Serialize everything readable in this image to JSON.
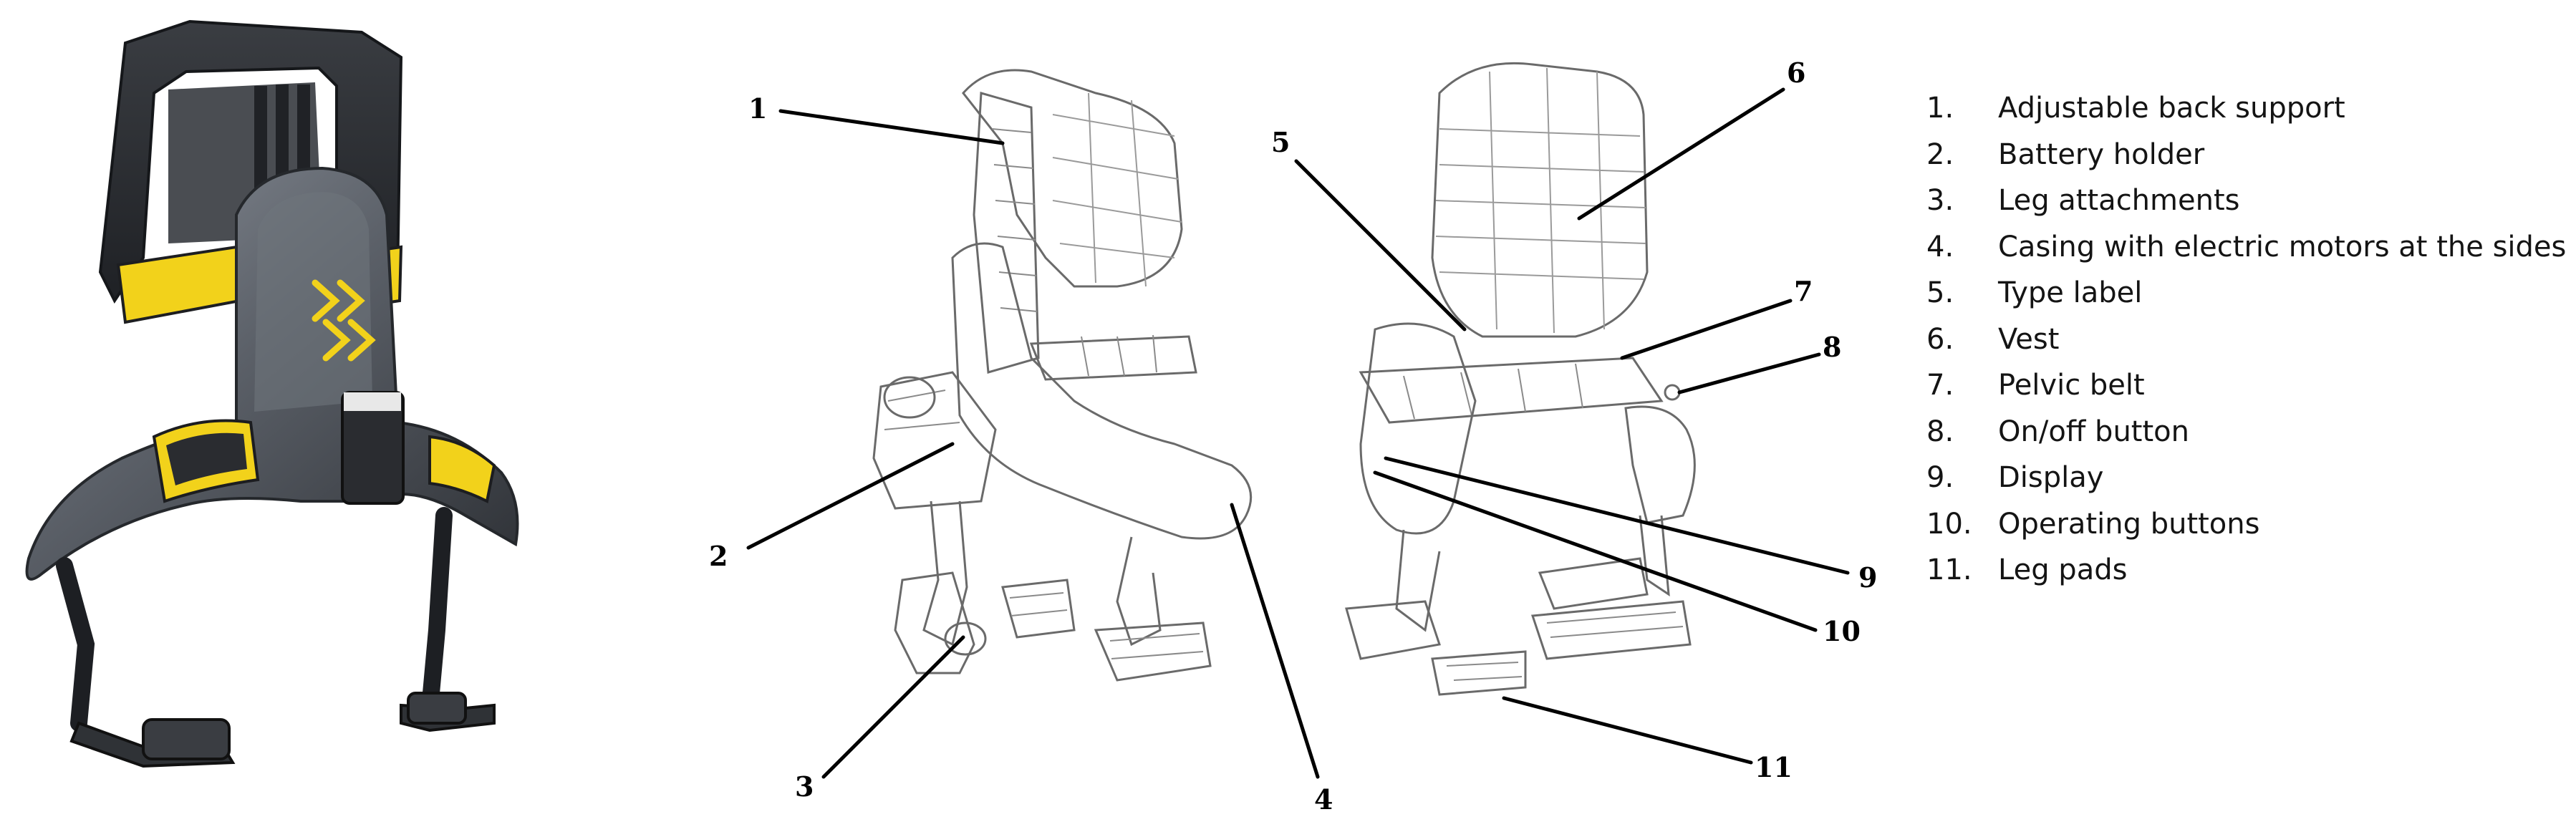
{
  "callouts": [
    "1",
    "2",
    "3",
    "4",
    "5",
    "6",
    "7",
    "8",
    "9",
    "10",
    "11"
  ],
  "legend": [
    {
      "num": "1.",
      "text": "Adjustable back support"
    },
    {
      "num": "2.",
      "text": "Battery holder"
    },
    {
      "num": "3.",
      "text": "Leg attachments"
    },
    {
      "num": "4.",
      "text": "Casing with electric motors at the sides"
    },
    {
      "num": "5.",
      "text": "Type label"
    },
    {
      "num": "6.",
      "text": "Vest"
    },
    {
      "num": "7.",
      "text": "Pelvic belt"
    },
    {
      "num": "8.",
      "text": "On/off button"
    },
    {
      "num": "9.",
      "text": "Display"
    },
    {
      "num": "10.",
      "text": "Operating buttons"
    },
    {
      "num": "11.",
      "text": "Leg pads"
    }
  ],
  "colors": {
    "device_body": "#5b6068",
    "device_dark": "#2d3035",
    "accent_yellow": "#f2d21b",
    "line_drawing": "#6a6a6a",
    "callout_line": "#000000"
  },
  "icons": {
    "logo": "chevron-x-logo-icon"
  }
}
